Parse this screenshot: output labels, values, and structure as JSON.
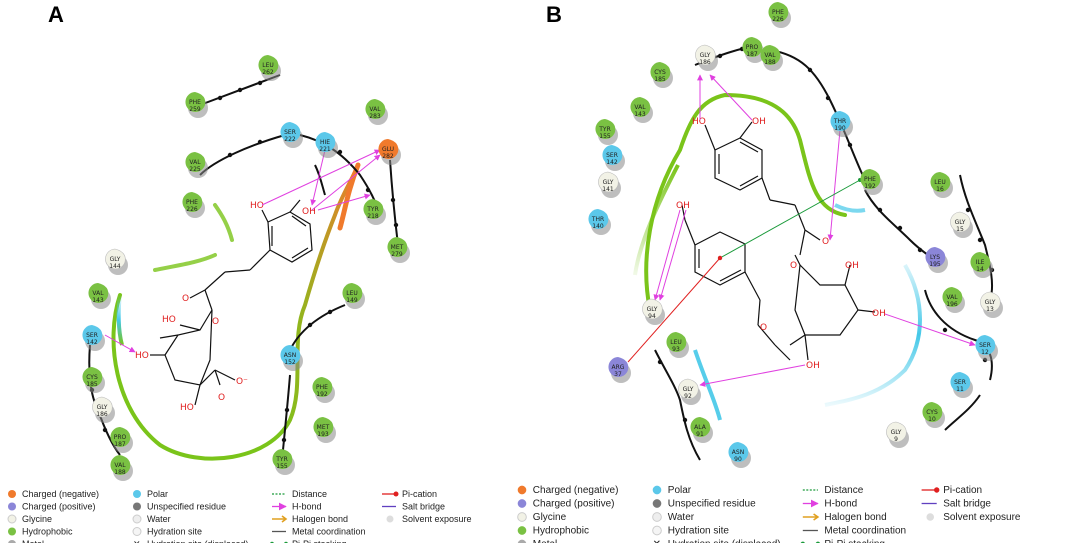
{
  "panels": [
    {
      "label": "A",
      "residues": [
        {
          "name": "PHE",
          "num": "259",
          "type": "hydrophobic"
        },
        {
          "name": "LEU",
          "num": "262",
          "type": "hydrophobic"
        },
        {
          "name": "SER",
          "num": "222",
          "type": "polar"
        },
        {
          "name": "HIE",
          "num": "221",
          "type": "polar"
        },
        {
          "name": "VAL",
          "num": "283",
          "type": "hydrophobic"
        },
        {
          "name": "GLU",
          "num": "282",
          "type": "negative"
        },
        {
          "name": "VAL",
          "num": "225",
          "type": "hydrophobic"
        },
        {
          "name": "PHE",
          "num": "226",
          "type": "hydrophobic"
        },
        {
          "name": "TYR",
          "num": "218",
          "type": "hydrophobic"
        },
        {
          "name": "MET",
          "num": "279",
          "type": "hydrophobic"
        },
        {
          "name": "GLY",
          "num": "144",
          "type": "glycine"
        },
        {
          "name": "VAL",
          "num": "143",
          "type": "hydrophobic"
        },
        {
          "name": "LEU",
          "num": "149",
          "type": "hydrophobic"
        },
        {
          "name": "SER",
          "num": "142",
          "type": "polar"
        },
        {
          "name": "ASN",
          "num": "152",
          "type": "polar"
        },
        {
          "name": "CYS",
          "num": "185",
          "type": "hydrophobic"
        },
        {
          "name": "PHE",
          "num": "192",
          "type": "hydrophobic"
        },
        {
          "name": "GLY",
          "num": "186",
          "type": "glycine"
        },
        {
          "name": "MET",
          "num": "193",
          "type": "hydrophobic"
        },
        {
          "name": "PRO",
          "num": "187",
          "type": "hydrophobic"
        },
        {
          "name": "VAL",
          "num": "188",
          "type": "hydrophobic"
        },
        {
          "name": "TYR",
          "num": "155",
          "type": "hydrophobic"
        }
      ],
      "atoms": [
        "HO",
        "OH",
        "O",
        "O",
        "HO",
        "HO",
        "O",
        "O⁻",
        "HO"
      ]
    },
    {
      "label": "B",
      "residues": [
        {
          "name": "PHE",
          "num": "226",
          "type": "hydrophobic"
        },
        {
          "name": "PRO",
          "num": "187",
          "type": "hydrophobic"
        },
        {
          "name": "GLY",
          "num": "186",
          "type": "glycine"
        },
        {
          "name": "VAL",
          "num": "188",
          "type": "hydrophobic"
        },
        {
          "name": "CYS",
          "num": "185",
          "type": "hydrophobic"
        },
        {
          "name": "VAL",
          "num": "143",
          "type": "hydrophobic"
        },
        {
          "name": "THR",
          "num": "190",
          "type": "polar"
        },
        {
          "name": "TYR",
          "num": "155",
          "type": "hydrophobic"
        },
        {
          "name": "SER",
          "num": "142",
          "type": "polar"
        },
        {
          "name": "PHE",
          "num": "192",
          "type": "hydrophobic"
        },
        {
          "name": "LEU",
          "num": "16",
          "type": "hydrophobic"
        },
        {
          "name": "GLY",
          "num": "141",
          "type": "glycine"
        },
        {
          "name": "GLY",
          "num": "15",
          "type": "glycine"
        },
        {
          "name": "THR",
          "num": "140",
          "type": "polar"
        },
        {
          "name": "LYS",
          "num": "195",
          "type": "positive"
        },
        {
          "name": "ILE",
          "num": "14",
          "type": "hydrophobic"
        },
        {
          "name": "GLY",
          "num": "13",
          "type": "glycine"
        },
        {
          "name": "VAL",
          "num": "196",
          "type": "hydrophobic"
        },
        {
          "name": "GLY",
          "num": "94",
          "type": "glycine"
        },
        {
          "name": "SER",
          "num": "12",
          "type": "polar"
        },
        {
          "name": "LEU",
          "num": "93",
          "type": "hydrophobic"
        },
        {
          "name": "ARG",
          "num": "37",
          "type": "positive"
        },
        {
          "name": "SER",
          "num": "11",
          "type": "polar"
        },
        {
          "name": "GLY",
          "num": "92",
          "type": "glycine"
        },
        {
          "name": "CYS",
          "num": "10",
          "type": "hydrophobic"
        },
        {
          "name": "ALA",
          "num": "91",
          "type": "hydrophobic"
        },
        {
          "name": "GLY",
          "num": "9",
          "type": "glycine"
        },
        {
          "name": "ASN",
          "num": "90",
          "type": "polar"
        }
      ],
      "atoms": [
        "HO",
        "OH",
        "OH",
        "O",
        "O",
        "OH",
        "OH",
        "O",
        "OH"
      ]
    }
  ],
  "legend": {
    "col1": [
      "Charged (negative)",
      "Charged (positive)",
      "Glycine",
      "Hydrophobic",
      "Metal"
    ],
    "col2": [
      "Polar",
      "Unspecified residue",
      "Water",
      "Hydration site",
      "Hydration site (displaced)"
    ],
    "col3": [
      "Distance",
      "H-bond",
      "Halogen bond",
      "Metal coordination",
      "Pi-Pi stacking"
    ],
    "col4": [
      "Pi-cation",
      "Salt bridge",
      "Solvent exposure"
    ]
  },
  "colors": {
    "hydrophobic": "#7ac143",
    "polar": "#5bc8ea",
    "glycine": "#f2f2e6",
    "negative": "#f07a2c",
    "positive": "#8b86d8",
    "hbond": "#e040e0",
    "pipi": "#1a9a3a",
    "picat": "#e02020",
    "ribbon_green": "#7ac41a",
    "ribbon_cyan": "#44c8e8"
  }
}
